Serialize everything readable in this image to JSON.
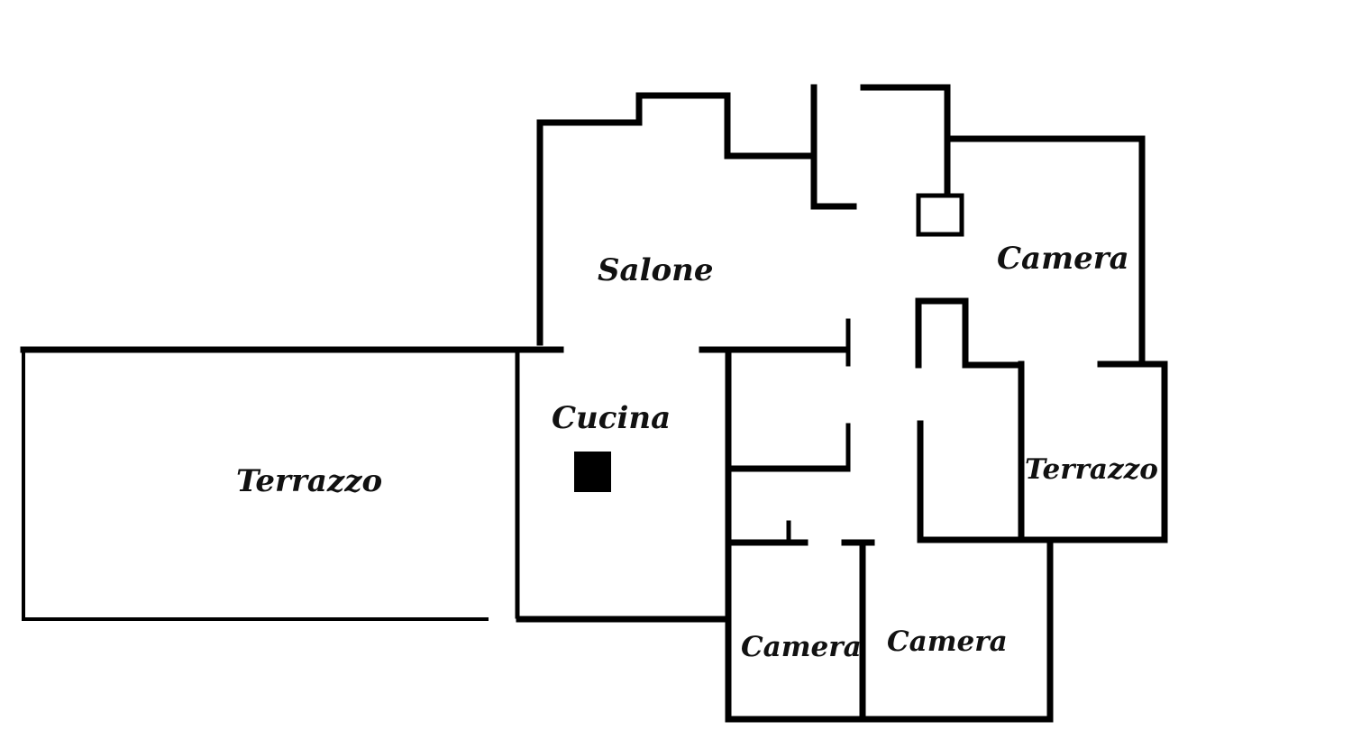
{
  "floorplan": {
    "rooms": [
      {
        "id": "salone",
        "label": "Salone"
      },
      {
        "id": "camera-north-east",
        "label": "Camera"
      },
      {
        "id": "cucina",
        "label": "Cucina"
      },
      {
        "id": "terrazzo-west",
        "label": "Terrazzo"
      },
      {
        "id": "terrazzo-east",
        "label": "Terrazzo"
      },
      {
        "id": "camera-south-west",
        "label": "Camera"
      },
      {
        "id": "camera-south-east",
        "label": "Camera"
      }
    ]
  }
}
